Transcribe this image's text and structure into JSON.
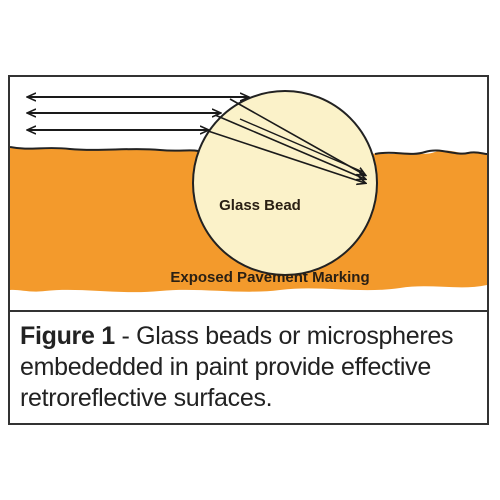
{
  "diagram": {
    "bead_label": "Glass Bead",
    "marking_label": "Exposed Pavement Marking",
    "colors": {
      "paint": "#f39a2c",
      "bead_fill": "#fbf2c9",
      "bead_stroke": "#222222",
      "arrow": "#1a1a1a"
    }
  },
  "caption": {
    "figure_label": "Figure 1",
    "text": " - Glass beads or microspheres embededded in paint provide effective retroreflective surfaces."
  }
}
